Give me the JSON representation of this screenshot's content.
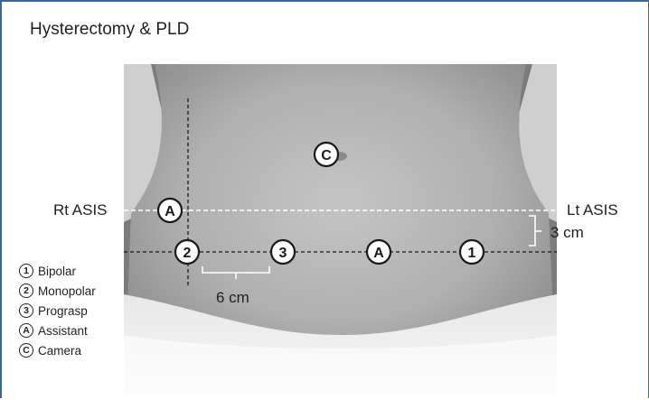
{
  "title": "Hysterectomy & PLD",
  "landmarks": {
    "right": "Rt ASIS",
    "left": "Lt ASIS"
  },
  "measurements": {
    "vertical": "3 cm",
    "horizontal": "6 cm"
  },
  "ports": [
    {
      "symbol": "C",
      "role": "Camera"
    },
    {
      "symbol": "A",
      "role": "Assistant"
    },
    {
      "symbol": "2",
      "role": "Monopolar"
    },
    {
      "symbol": "3",
      "role": "Prograsp"
    },
    {
      "symbol": "A",
      "role": "Assistant"
    },
    {
      "symbol": "1",
      "role": "Bipolar"
    }
  ],
  "legend": [
    {
      "symbol": "1",
      "label": "Bipolar"
    },
    {
      "symbol": "2",
      "label": "Monopolar"
    },
    {
      "symbol": "3",
      "label": "Prograsp"
    },
    {
      "symbol": "A",
      "label": "Assistant"
    },
    {
      "symbol": "C",
      "label": "Camera"
    }
  ],
  "colors": {
    "border": "#3d6690",
    "text": "#231f20",
    "asis_line": "#ffffff",
    "port_line": "#1a1a1a"
  }
}
